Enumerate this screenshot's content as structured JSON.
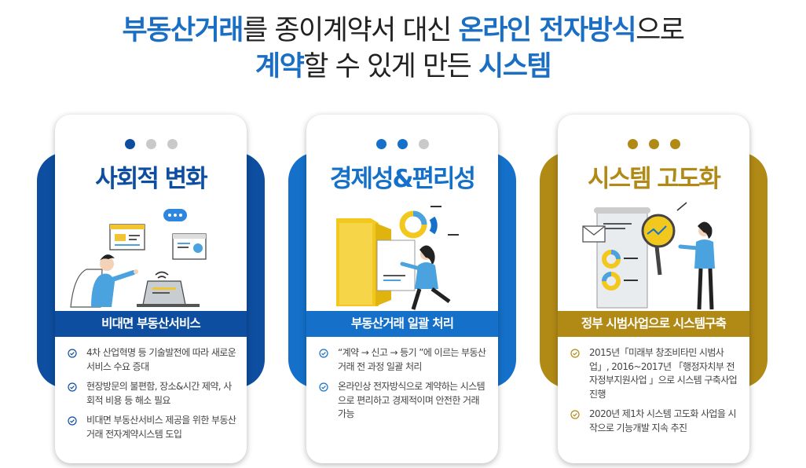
{
  "headline": {
    "l1_a": "부동산거래",
    "l1_b": "를 종이계약서 대신 ",
    "l1_c": "온라인 전자방식",
    "l1_d": "으로",
    "l2_a": "계약",
    "l2_b": "할 수 있게 만든 ",
    "l2_c": "시스템"
  },
  "colors": {
    "navy": "#0e4ea0",
    "blue": "#1470c9",
    "gold": "#b18a16",
    "dot_inactive": "#c9c9c9"
  },
  "cards": [
    {
      "title": "사회적 변화",
      "ribbon": "비대면 부동산서비스",
      "bullets": [
        "4차 산업혁명 등 기술발전에 따라 새로운 서비스 수요 증대",
        "현장방문의 불편함, 장소&시간 제약, 사회적 비용 등 해소 필요",
        "비대면 부동산서비스 제공을 위한 부동산거래 전자계약시스템 도입"
      ]
    },
    {
      "title": "경제성&편리성",
      "ribbon": "부동산거래 일괄 처리",
      "bullets": [
        "“계약 → 신고 → 등기 ”에 이르는 부동산거래 전 과정 일괄 처리",
        "온라인상 전자방식으로 계약하는 시스템으로 편리하고 경제적이며 안전한 거래 가능"
      ]
    },
    {
      "title": "시스템 고도화",
      "ribbon": "정부 시범사업으로 시스템구축",
      "bullets": [
        "2015년「미래부 창조비타민 시범사업」, 2016~2017년 「행정자치부 전자정부지원사업 」으로 시스템 구축사업 진행",
        "2020년 제1차 시스템 고도화 사업을 시작으로 기능개발 지속 추진"
      ]
    }
  ],
  "icons": [
    "check-circle-icon",
    "speech-bubble-icon",
    "wifi-icon",
    "laptop-icon",
    "folder-icon",
    "pie-chart-icon",
    "envelope-icon",
    "magnifier-icon"
  ]
}
